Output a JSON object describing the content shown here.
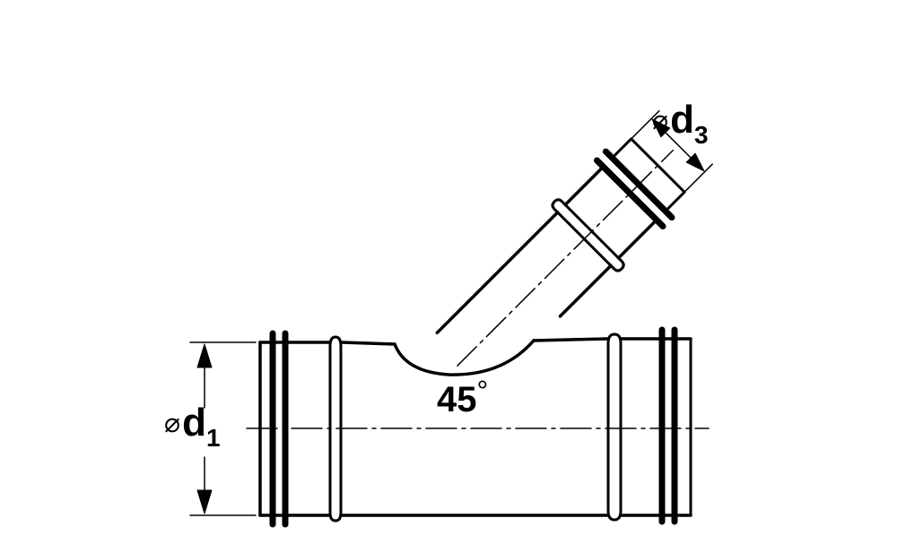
{
  "drawing": {
    "type": "technical-drawing",
    "subject": "45-degree ventilation duct branch (Y-piece) with sealing rings",
    "line_color": "#000000",
    "background": "#ffffff"
  },
  "labels": {
    "d3": {
      "symbol": "⌀",
      "letter": "d",
      "subscript": "3"
    },
    "d1": {
      "symbol": "⌀",
      "letter": "d",
      "subscript": "1"
    },
    "angle": {
      "value": "45",
      "unit": "°"
    }
  }
}
